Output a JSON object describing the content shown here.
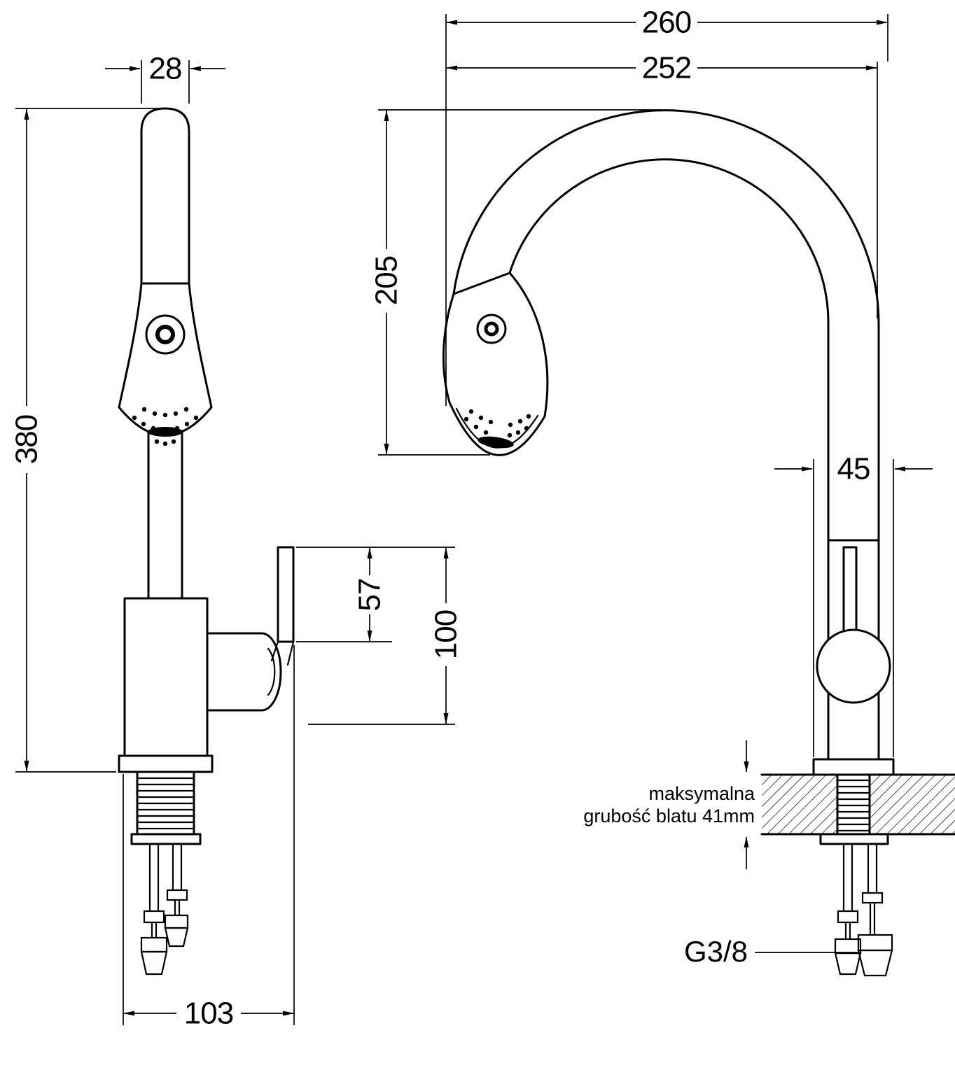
{
  "drawing": {
    "background": "#ffffff",
    "line_color": "#000000",
    "dims": {
      "spout_tube_diameter": "28",
      "overall_height": "380",
      "handle_length": "57",
      "body_section_height": "100",
      "front_footprint": "103",
      "overall_depth": "260",
      "spout_reach": "252",
      "spout_drop_height": "205",
      "base_diameter": "45",
      "connection_thread": "G3/8"
    },
    "notes": {
      "max_top_line": "maksymalna",
      "max_bottom_line": "grubość blatu 41mm"
    }
  }
}
